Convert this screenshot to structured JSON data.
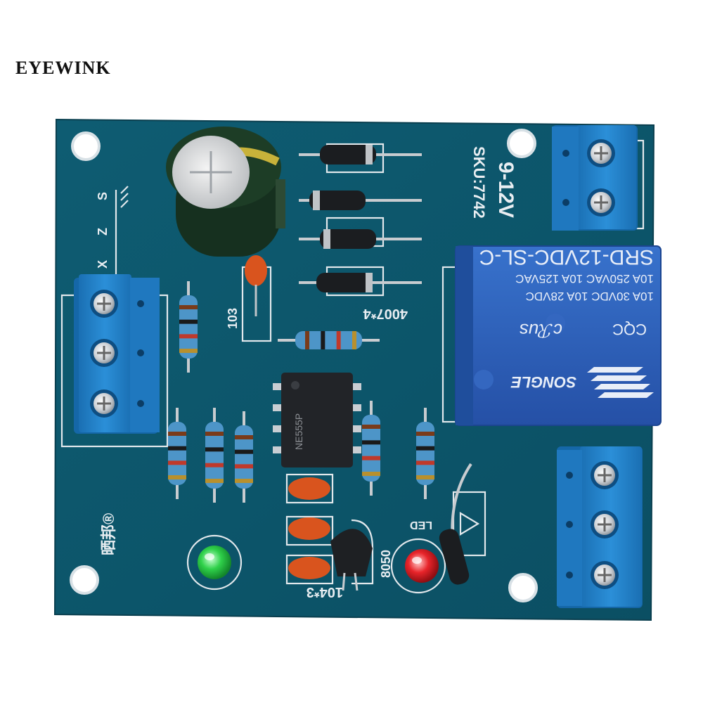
{
  "brand": {
    "name": "EYEWINK"
  },
  "board": {
    "sku": "SKU:7742",
    "voltage": "9-12V",
    "input_labels": [
      "X",
      "Z",
      "S"
    ],
    "cap_label": "103",
    "diode_label": "4007*4",
    "cap_group_label": "104*3",
    "transistor_label": "8050",
    "led_label": "LED",
    "maker_mark": "晒邦®",
    "chip_text": "NE555P"
  },
  "relay": {
    "model": "SRD-12VDC-SL-C",
    "rating_1": "10A 250VAC  10A 125VAC",
    "rating_2": "10A 30VDC  10A 28VDC",
    "brand": "SONGLE",
    "cert": "CQC",
    "ul_mark": "cℛus"
  },
  "colors": {
    "pcb": "#0f5f74",
    "terminal": "#1e7ec4",
    "relay": "#2a5fb8",
    "led_green": "#2fd14a",
    "led_red": "#e8242a"
  }
}
